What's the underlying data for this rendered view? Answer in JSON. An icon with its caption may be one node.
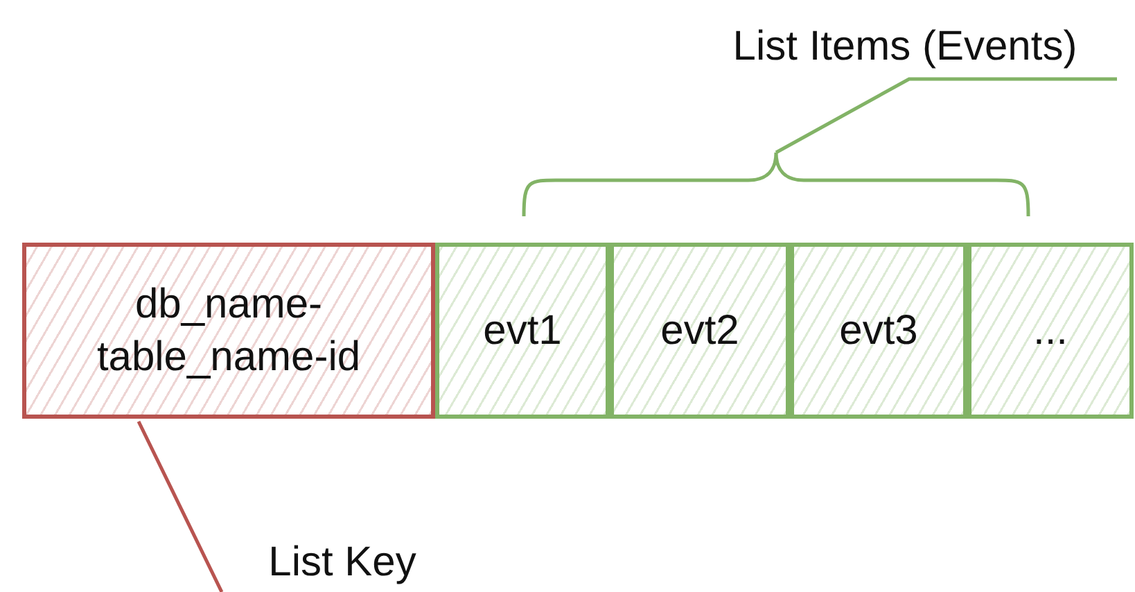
{
  "diagram": {
    "nodes": [
      {
        "text": [
          "db_name- table_name-id"
        ]
      },
      {
        "text": [
          "evt1"
        ]
      },
      {
        "text": [
          "evt2"
        ]
      },
      {
        "text": [
          "evt3"
        ]
      },
      {
        "text": [
          "..."
        ]
      },
      {
        "text": [
          "List Key"
        ]
      },
      {
        "text": [
          "List Items (Events)"
        ]
      },
      {
        "text": [],
        "shape": "bracket"
      }
    ],
    "edges": [
      {
        "from": 5,
        "to": 0,
        "arrow": "none",
        "color": "#b85450"
      },
      {
        "from": 6,
        "to": 7,
        "arrow": "none",
        "color": "#82b366"
      }
    ]
  }
}
